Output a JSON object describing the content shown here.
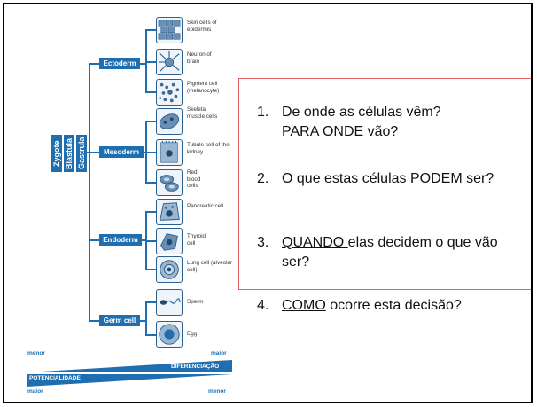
{
  "diagram": {
    "stages": [
      "Zygote",
      "Blastula",
      "Gastrula"
    ],
    "germ_layers": [
      "Ectoderm",
      "Mesoderm",
      "Endoderm",
      "Germ cell"
    ],
    "cells": {
      "skin": "Skin cells of epidermis",
      "neuron": "Neuron of brain",
      "pigment": "Pigment cell (melanocyte)",
      "skeletal": "Skeletal muscle cells",
      "tubule": "Tubule cell of the kidney",
      "red": "Red blood cells",
      "pancreatic": "Pancreatic cell",
      "thyroid": "Thyroid cell",
      "lung": "Lung cell (alveolar cell)",
      "sperm": "Sperm",
      "egg": "Egg"
    },
    "scale": {
      "left_top": "menor",
      "right_top": "maior",
      "differentiation": "DIFERENCIAÇÃO",
      "potentiality": "POTENCIALIDADE",
      "left_bottom": "maior",
      "right_bottom": "menor"
    }
  },
  "questions": [
    {
      "num": "1.",
      "a": "De onde as células vêm?",
      "b": "PARA ONDE vão",
      "c": "?"
    },
    {
      "num": "2.",
      "a": "O que estas células ",
      "b": "PODEM ser",
      "c": "?"
    },
    {
      "num": "3.",
      "a": "",
      "b": "QUANDO ",
      "c": "elas decidem o que vão ser?"
    },
    {
      "num": "4.",
      "a": "",
      "b": "COMO",
      "c": " ocorre esta decisão?"
    }
  ],
  "colors": {
    "diagram_blue": "#1f6fb0",
    "box_border": "#e06060"
  }
}
